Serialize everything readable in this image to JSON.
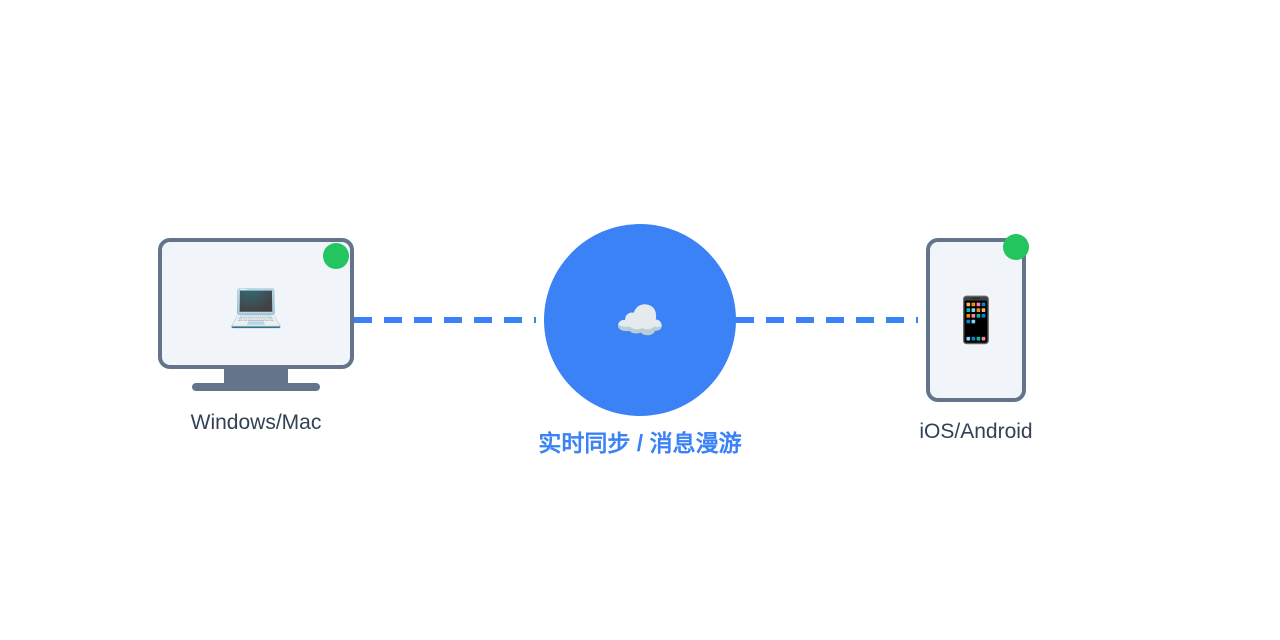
{
  "devices": {
    "desktop": {
      "label": "Windows/Mac",
      "icon": "💻",
      "online": true
    },
    "mobile": {
      "label": "iOS/Android",
      "icon": "📱",
      "online": true
    }
  },
  "cloud": {
    "icon": "☁️",
    "label": "实时同步 / 消息漫游"
  },
  "colors": {
    "accent": "#3b82f6",
    "online": "#22c55e",
    "device_border": "#64748b"
  }
}
